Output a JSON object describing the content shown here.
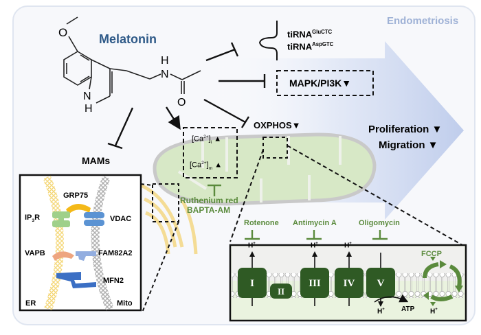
{
  "context_label": "Endometriosis",
  "drug": {
    "name": "Melatonin",
    "atoms": {
      "o_methoxy": "O",
      "nh_amide_h": "H",
      "nh_amide_n": "N",
      "carbonyl_o": "O",
      "indole_n": "N",
      "indole_h": "H"
    }
  },
  "targets": {
    "tirna": [
      {
        "base": "tiRNA",
        "sup": "GluCTC"
      },
      {
        "base": "tiRNA",
        "sup": "AspGTC"
      }
    ],
    "mapk": "MAPK/PI3K▼",
    "oxphos": "OXPHOS▼",
    "mams": "MAMs",
    "calcium": [
      {
        "base": "[Ca",
        "sup": "2+",
        "close": "]",
        "sub": "i",
        "trend": "▲"
      },
      {
        "base": "[Ca",
        "sup": "2+",
        "close": "]",
        "sub": "m",
        "trend": "▲"
      }
    ],
    "calcium_inhibitors": [
      "Ruthenium red",
      "BAPTA-AM"
    ]
  },
  "outcomes": [
    "Proliferation ▼",
    "Migration ▼"
  ],
  "mam_panel": {
    "proteins": [
      "GRP75",
      "IP3R",
      "VDAC",
      "VAPB",
      "FAM82A2",
      "MFN2"
    ],
    "ip3r": {
      "base": "IP",
      "sub": "3",
      "tail": "R"
    },
    "membranes": [
      "ER",
      "Mito"
    ]
  },
  "etc_panel": {
    "inhibitors": [
      "Rotenone",
      "Antimycin A",
      "Oligomycin"
    ],
    "complexes": [
      "I",
      "II",
      "III",
      "IV",
      "V"
    ],
    "uncoupler": "FCCP",
    "proton": {
      "base": "H",
      "sup": "+"
    },
    "atp": "ATP"
  },
  "colors": {
    "melatonin_title": "#2f5a88",
    "context_label": "#9fb2d6",
    "inhibitor_green": "#5a8a3c",
    "complex_green": "#2f5a24",
    "mito_fill": "#d7e8c6",
    "er_yellow": "#f2cf5c",
    "mito_gray": "#9a9a9a",
    "arrow_blue": "#c7d3ee"
  }
}
